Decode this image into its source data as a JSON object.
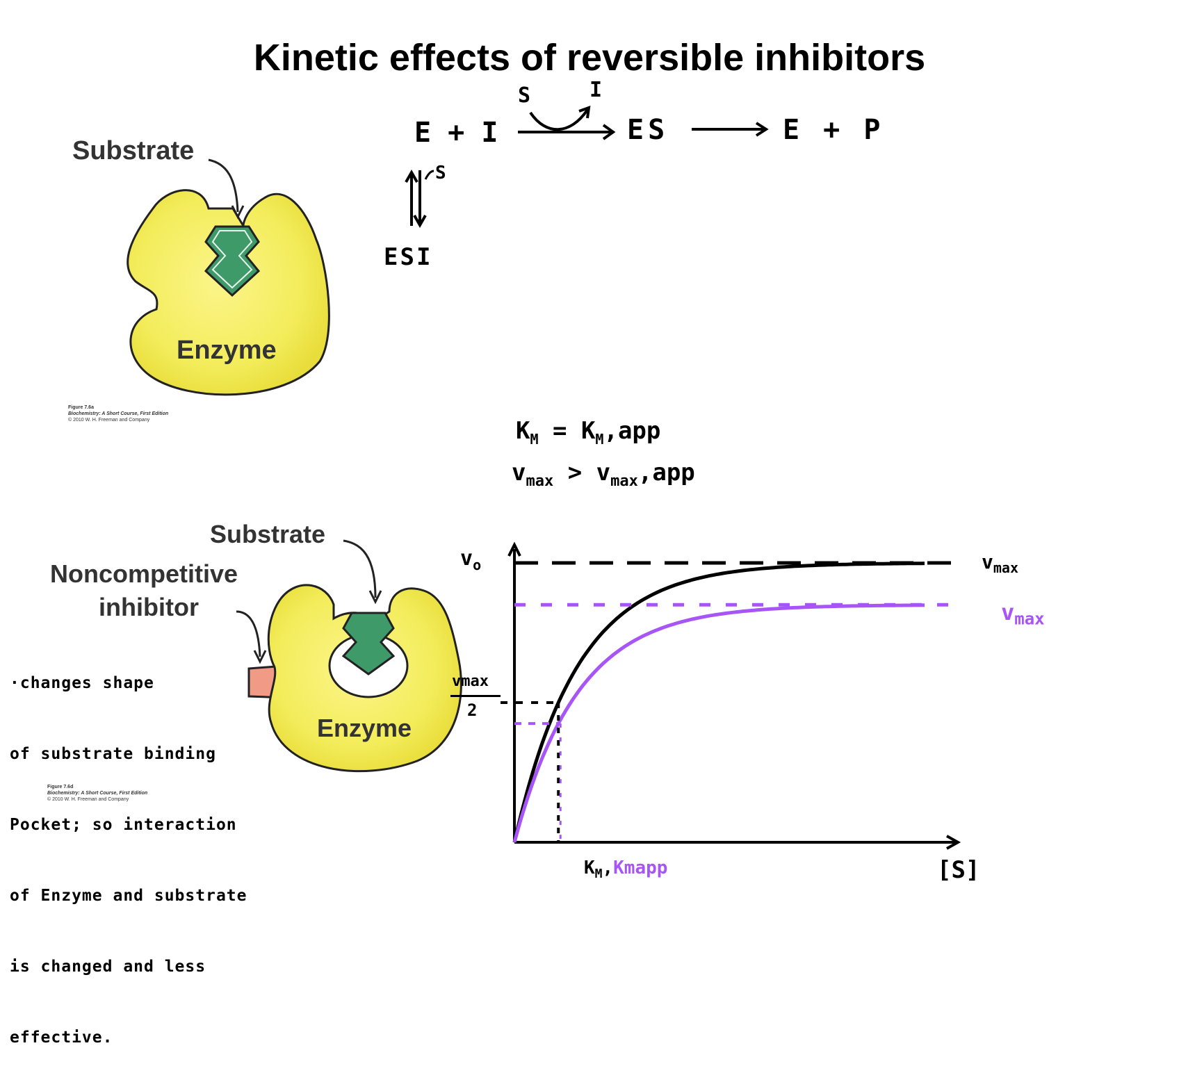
{
  "title": "Kinetic effects of reversible inhibitors",
  "figure_a": {
    "substrate_label": "Substrate",
    "enzyme_label": "Enzyme",
    "credit_figure": "Figure 7.6a",
    "credit_book": "Biochemistry: A Short Course, First Edition",
    "credit_copyright": "© 2010 W. H. Freeman and Company"
  },
  "figure_d": {
    "substrate_label": "Substrate",
    "inhibitor_label_1": "Noncompetitive",
    "inhibitor_label_2": "inhibitor",
    "enzyme_label": "Enzyme",
    "credit_figure": "Figure 7.6d",
    "credit_book": "Biochemistry: A Short Course, First Edition",
    "credit_copyright": "© 2010 W. H. Freeman and Company"
  },
  "reaction": {
    "reactants": "E + I",
    "curve_in": "S",
    "curve_out": "I",
    "complex": "ES",
    "products": "E + P",
    "side_s": "S",
    "esi": "ESI"
  },
  "equations": {
    "km_line_lhs": "K",
    "km_line_sub": "M",
    "km_line_eq": " = K",
    "km_line_sub2": "M",
    "km_line_rhs": ",app",
    "vmax_line_lhs": "v",
    "vmax_line_sub": "max",
    "vmax_line_op": " > v",
    "vmax_line_sub2": "max",
    "vmax_line_rhs": ",app"
  },
  "notes": {
    "lines": [
      "·changes shape",
      "of substrate binding",
      "Pocket; so interaction",
      "of Enzyme and substrate",
      "is changed and less",
      "effective."
    ]
  },
  "chart_labels": {
    "y_axis": "v",
    "y_axis_sub": "o",
    "x_axis": "[S]",
    "vmax_black": "max",
    "vmax_black_v": "v",
    "vmax_purple": "max",
    "vmax_purple_v": "v",
    "half_num": "vmax",
    "half_den": "2",
    "km_black": "K",
    "km_black_sub": "M",
    "km_sep": ",",
    "km_purple": "Kmapp"
  },
  "colors": {
    "black": "#000000",
    "purple": "#a855f7",
    "enzyme": "#f3ec5a",
    "substrate": "#3f9a6a",
    "inhibitor": "#f19a86"
  },
  "chart_data": {
    "type": "line",
    "series": [
      {
        "color": "#000000",
        "vmax": 1.0,
        "km": 0.32,
        "curve": "michaelis-menten, no inhibitor"
      },
      {
        "color": "#a855f7",
        "vmax": 0.85,
        "km": 0.32,
        "curve": "michaelis-menten, noncompetitive inhibitor"
      }
    ],
    "xlabel": "[S]",
    "ylabel": "vo",
    "annotations": [
      "vmax",
      "vmax",
      "vmax/2",
      "KM, Kmapp"
    ]
  }
}
